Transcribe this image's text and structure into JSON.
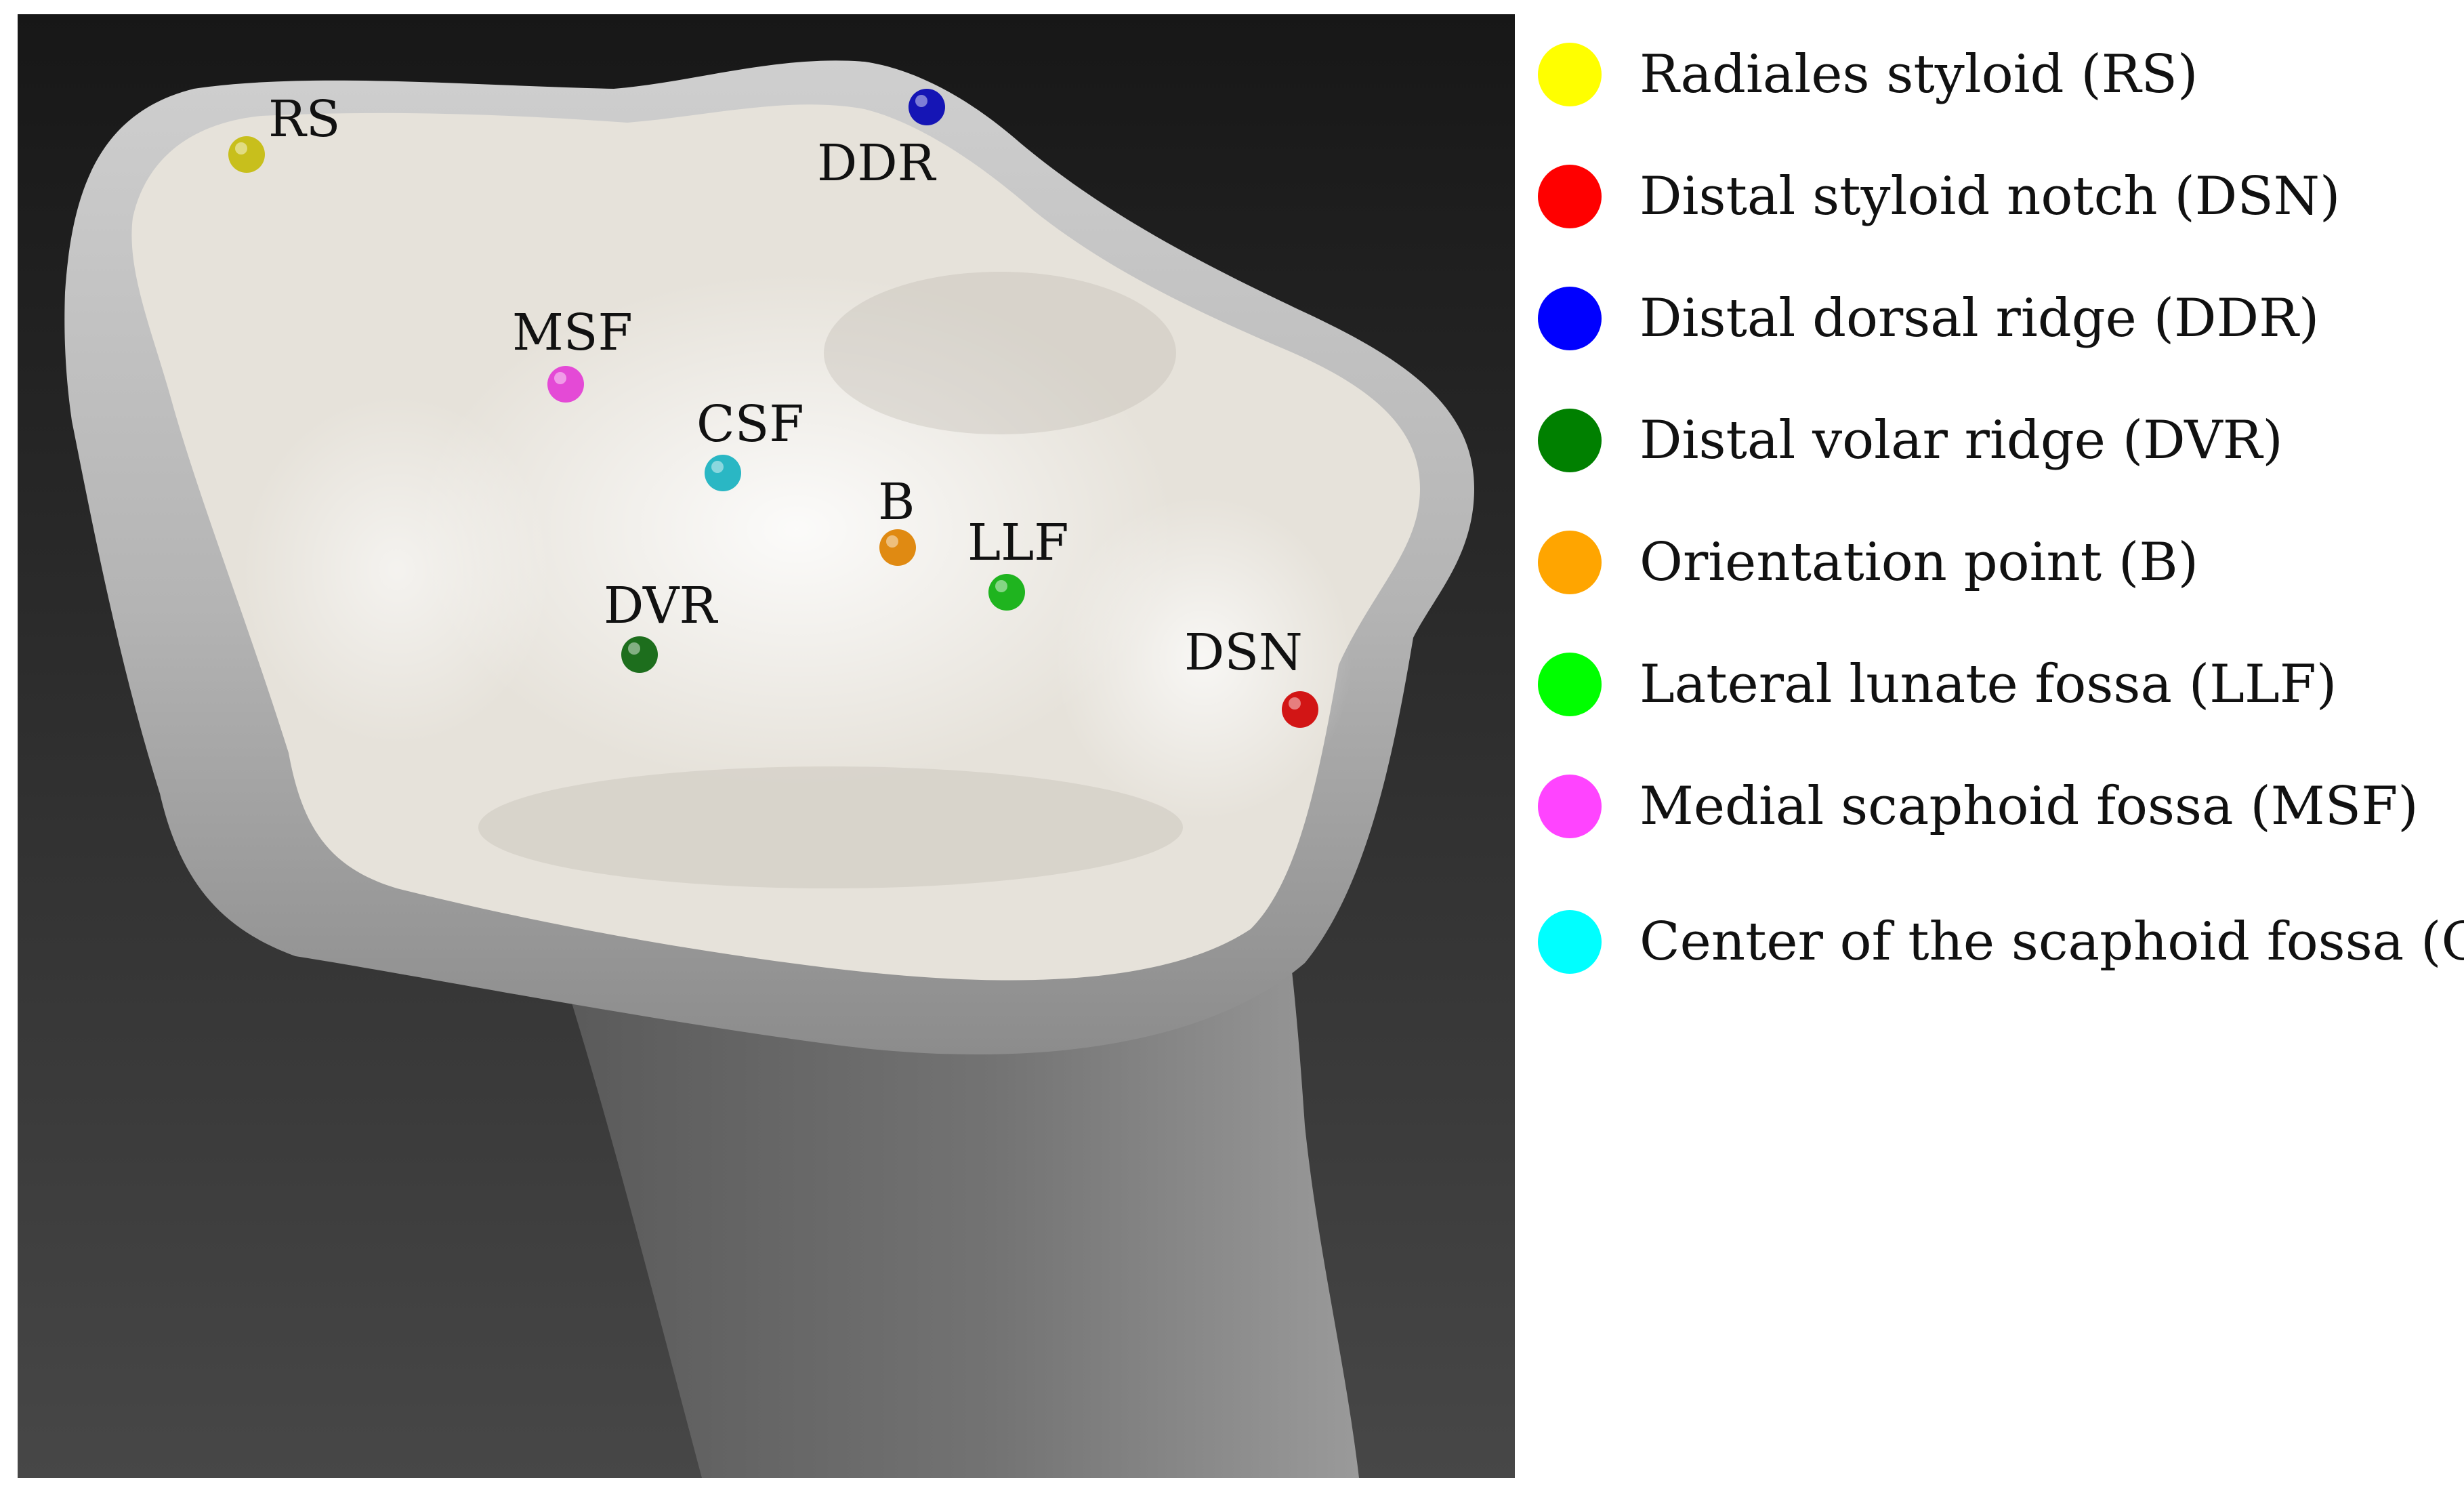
{
  "landmarks": [
    {
      "id": "RS",
      "label": "RS",
      "name": "Radiales styloid (RS)",
      "color": "#ffff00",
      "sphere": "#c8bf1c",
      "icon": "yellow-dot"
    },
    {
      "id": "DSN",
      "label": "DSN",
      "name": "Distal styloid notch (DSN)",
      "color": "#ff0000",
      "sphere": "#d21515",
      "icon": "red-dot"
    },
    {
      "id": "DDR",
      "label": "DDR",
      "name": "Distal dorsal ridge (DDR)",
      "color": "#0000ff",
      "sphere": "#1515b5",
      "icon": "blue-dot"
    },
    {
      "id": "DVR",
      "label": "DVR",
      "name": "Distal volar ridge (DVR)",
      "color": "#008000",
      "sphere": "#1d6e1d",
      "icon": "dark-green-dot"
    },
    {
      "id": "B",
      "label": "B",
      "name": "Orientation point (B)",
      "color": "#ffa500",
      "sphere": "#e08a12",
      "icon": "orange-dot"
    },
    {
      "id": "LLF",
      "label": "LLF",
      "name": "Lateral lunate fossa (LLF)",
      "color": "#00ff00",
      "sphere": "#1fb41f",
      "icon": "light-green-dot"
    },
    {
      "id": "MSF",
      "label": "MSF",
      "name": "Medial scaphoid fossa (MSF)",
      "color": "#ff44ff",
      "sphere": "#e44ad6",
      "icon": "magenta-dot"
    },
    {
      "id": "CSF",
      "label": "CSF",
      "name": "Center of the scaphoid fossa (CSF)",
      "color": "#00ffff",
      "sphere": "#2ab7c4",
      "icon": "cyan-dot"
    }
  ]
}
